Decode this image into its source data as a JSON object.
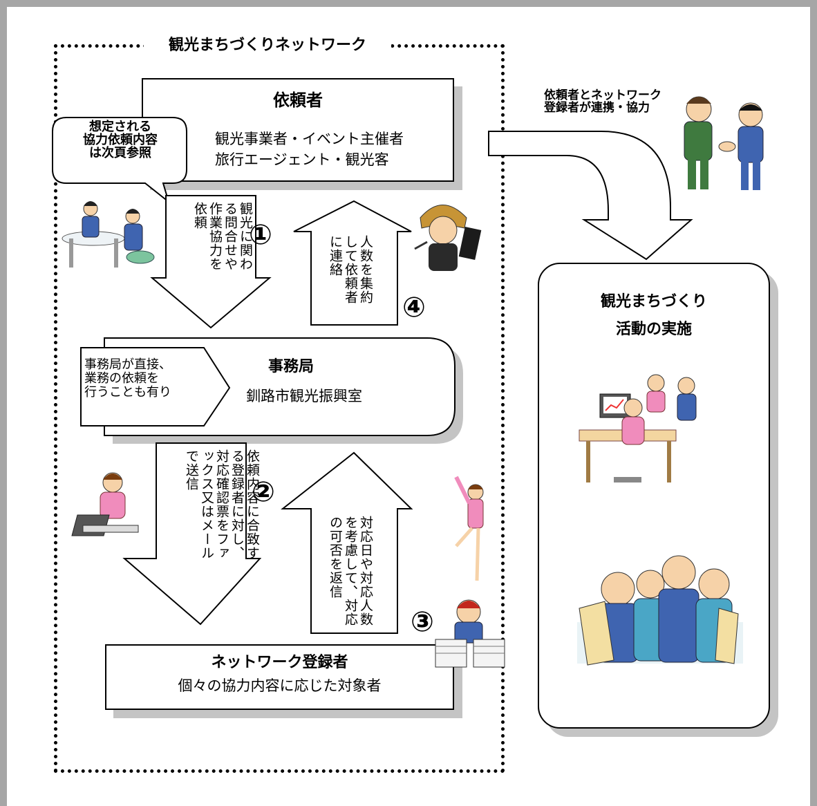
{
  "network_title": "観光まちづくりネットワーク",
  "requester": {
    "title": "依頼者",
    "line1": "観光事業者・イベント主催者",
    "line2": "旅行エージェント・観光客"
  },
  "bubble": {
    "line1": "想定される",
    "line2": "協力依頼内容",
    "line3": "は次頁参照"
  },
  "partnership": {
    "line1": "依頼者とネットワーク",
    "line2": "登録者が連携・協力"
  },
  "step1": {
    "number": "①",
    "text": "観光に関わる問合せや作業協力を依頼"
  },
  "step4": {
    "number": "④",
    "text": "人数を集約して依頼者に連絡"
  },
  "secretariat": {
    "title": "事務局",
    "name": "釧路市観光振興室",
    "note_line1": "事務局が直接、",
    "note_line2": "業務の依頼を",
    "note_line3": "行うことも有り"
  },
  "step2": {
    "number": "②",
    "text": "依頼内容に合致する登録者に対し、対応確認票をファックス又はメールで送信"
  },
  "step3": {
    "number": "③",
    "text": "対応日や対応人数を考慮して、対応の可否を返信"
  },
  "registrant": {
    "title": "ネットワーク登録者",
    "desc": "個々の協力内容に応じた対象者"
  },
  "activity": {
    "line1": "観光まちづくり",
    "line2": "活動の実施"
  },
  "colors": {
    "frame": "#a6a6a6",
    "shadow": "#c4c4c4",
    "suit_blue": "#3f64b0",
    "suit_green": "#3f7a3f",
    "pink": "#f08cbc",
    "skin": "#f6d2a8"
  }
}
